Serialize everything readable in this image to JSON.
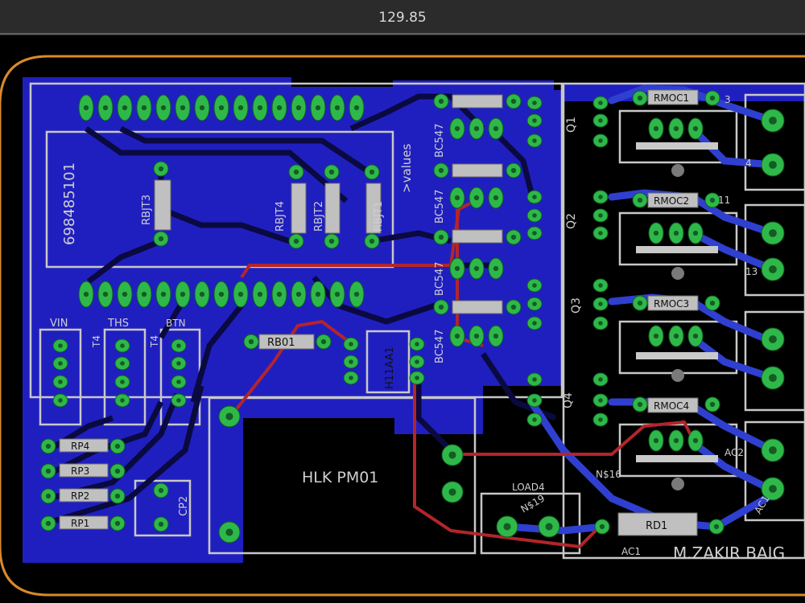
{
  "toolbar": {
    "dimension_value": "129.85"
  },
  "components": {
    "ic_part": "698485101",
    "values_label": ">values",
    "hlk": "HLK PM01",
    "h11aa1": "H11AA1",
    "vin": "VIN",
    "ths": "THS",
    "btn": "BTN",
    "t4a": "T4",
    "t4b": "T4",
    "rb01": "RB01",
    "cp2": "CP2",
    "rbjt1": "RBJT1",
    "rbjt2": "RBJT2",
    "rbjt3": "RBJT3",
    "rbjt4": "RBJT4",
    "bc1": "BC547",
    "bc2": "BC547",
    "bc3": "BC547",
    "bc4": "BC547",
    "q1": "Q1",
    "q2": "Q2",
    "q3": "Q3",
    "q4": "Q4",
    "rp4": "RP4",
    "rp3": "RP3",
    "rp2": "RP2",
    "rp1": "RP1",
    "rmoc1": "RMOC1",
    "rmoc2": "RMOC2",
    "rmoc3": "RMOC3",
    "rmoc4": "RMOC4",
    "net3": "3",
    "net4": "4",
    "net11": "11",
    "net13": "13",
    "ac2": "AC2",
    "ac1a": "AC1",
    "ac1b": "AC1",
    "n16": "N$16",
    "n19": "N$19",
    "load4": "LOAD4",
    "rd1": "RD1",
    "author": "M.ZAKIR BAIG"
  }
}
